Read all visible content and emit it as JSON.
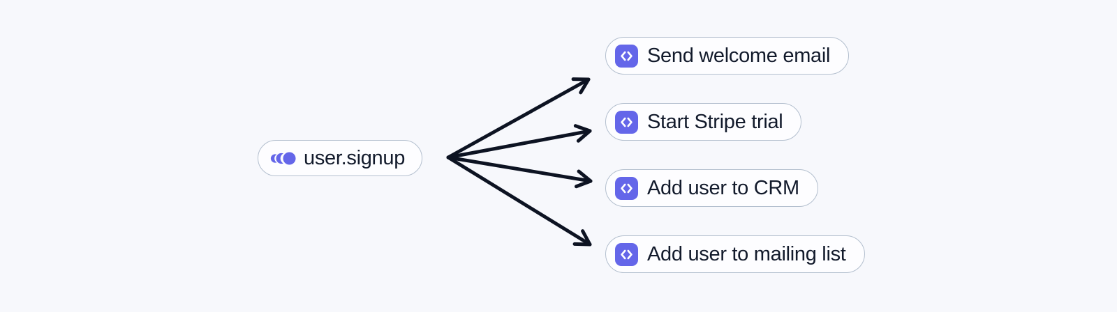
{
  "diagram": {
    "trigger": {
      "label": "user.signup",
      "icon": "event-pulse-icon"
    },
    "functions": [
      {
        "label": "Send welcome email",
        "icon": "code-icon"
      },
      {
        "label": "Start Stripe trial",
        "icon": "code-icon"
      },
      {
        "label": "Add user to CRM",
        "icon": "code-icon"
      },
      {
        "label": "Add user to mailing list",
        "icon": "code-icon"
      }
    ],
    "connections": [
      {
        "from": "user.signup",
        "to": "Send welcome email"
      },
      {
        "from": "user.signup",
        "to": "Start Stripe trial"
      },
      {
        "from": "user.signup",
        "to": "Add user to CRM"
      },
      {
        "from": "user.signup",
        "to": "Add user to mailing list"
      }
    ]
  },
  "theme": {
    "background": "#f7f8fc",
    "node_background": "#fdfdff",
    "node_border": "#b3bfce",
    "text_color": "#121a2b",
    "accent": "#6466e9",
    "icon_glyph_color": "#ffffff",
    "arrow_color": "#0d1322"
  }
}
